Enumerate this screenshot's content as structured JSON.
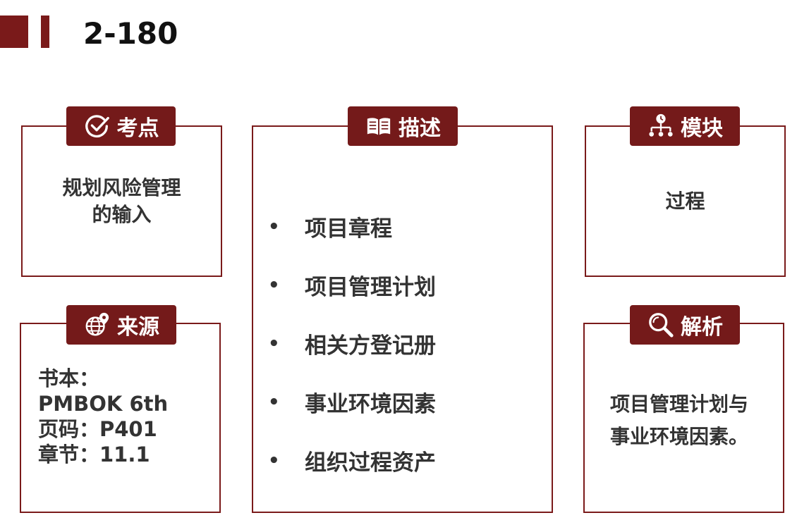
{
  "title": "2-180",
  "colors": {
    "accent": "#741a1a",
    "text": "#333333"
  },
  "cards": {
    "kaodian": {
      "label": "考点",
      "icon": "check-circle-icon",
      "lines": [
        "规划风险管理",
        "的输入"
      ]
    },
    "miaoshu": {
      "label": "描述",
      "icon": "open-book-icon",
      "items": [
        "项目章程",
        "项目管理计划",
        "相关方登记册",
        "事业环境因素",
        "组织过程资产"
      ]
    },
    "mokuai": {
      "label": "模块",
      "icon": "hierarchy-icon",
      "text": "过程"
    },
    "laiyuan": {
      "label": "来源",
      "icon": "globe-pin-icon",
      "lines": [
        "书本：",
        "PMBOK 6th",
        "页码：P401",
        "章节：11.1"
      ]
    },
    "jiexi": {
      "label": "解析",
      "icon": "magnifier-icon",
      "lines": [
        "项目管理计划与",
        "事业环境因素。"
      ]
    }
  },
  "bullet_glyph": "•"
}
